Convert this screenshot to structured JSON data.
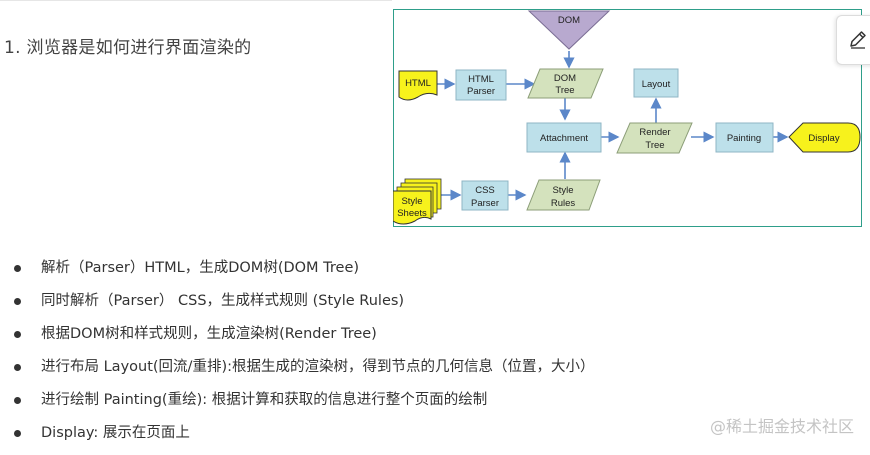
{
  "heading": "1. 浏览器是如何进行界面渲染的",
  "diagram": {
    "nodes": {
      "dom_source": "DOM",
      "html": "HTML",
      "html_parser": [
        "HTML",
        "Parser"
      ],
      "dom_tree": [
        "DOM",
        "Tree"
      ],
      "layout": "Layout",
      "attachment": "Attachment",
      "render_tree": [
        "Render",
        "Tree"
      ],
      "painting": "Painting",
      "display": "Display",
      "style_sheets": [
        "Style",
        "Sheets"
      ],
      "css_parser": [
        "CSS",
        "Parser"
      ],
      "style_rules": [
        "Style",
        "Rules"
      ]
    },
    "colors": {
      "border": "#2e9e8a",
      "blue_box": "#bde0ea",
      "blue_box_stroke": "#8fb6c4",
      "green_para": "#d4e2bd",
      "green_para_stroke": "#8c9e78",
      "yellow": "#f7f21c",
      "purple": "#b8a9cf",
      "arrow": "#5b87c9"
    }
  },
  "bullets": [
    "解析（Parser）HTML，生成DOM树(DOM Tree)",
    "同时解析（Parser） CSS，生成样式规则 (Style Rules)",
    "根据DOM树和样式规则，生成渲染树(Render Tree)",
    "进行布局 Layout(回流/重排):根据生成的渲染树，得到节点的几何信息（位置，大小）",
    "进行绘制 Painting(重绘): 根据计算和获取的信息进行整个页面的绘制",
    "Display: 展示在页面上"
  ],
  "watermark": "@稀土掘金技术社区",
  "edit_tab": {
    "icon": "pencil-icon"
  }
}
